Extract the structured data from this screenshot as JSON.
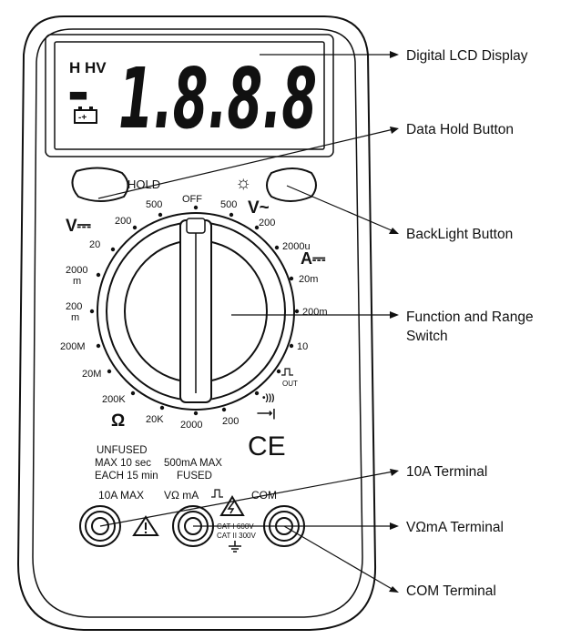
{
  "lcd": {
    "hv_label": "H HV",
    "minus": "-",
    "digits": "1.8.8.8",
    "battery_symbol": "-+"
  },
  "buttons": {
    "hold": "HOLD",
    "backlight_symbol": "☼"
  },
  "dial": {
    "off": "OFF",
    "dcv_symbol": "V⎓",
    "acv_symbol": "V~",
    "dca_symbol": "A⎓",
    "ohm_symbol": "Ω",
    "diode_symbol": "⟶|",
    "continuity_symbol": "•)))",
    "square_wave_out": "OUT",
    "left_ranges": [
      "500",
      "200",
      "20",
      "2000",
      "200",
      "200M",
      "20M",
      "200K"
    ],
    "left_unit_m": "m",
    "bottom_ranges": [
      "20K",
      "2000",
      "200"
    ],
    "right_ranges": [
      "500",
      "200",
      "2000u",
      "20m",
      "200m",
      "10"
    ]
  },
  "panel": {
    "unfused_lines": [
      "UNFUSED",
      "MAX  10 sec",
      "EACH 15 min"
    ],
    "fused_lines": [
      "500mA MAX",
      "FUSED"
    ],
    "ce_mark": "CE",
    "terminal_labels": [
      "10A MAX",
      "VΩ mA",
      "COM"
    ],
    "cat_lines": [
      "CAT I 600V",
      "CAT II 300V"
    ]
  },
  "callouts": [
    "Digital LCD Display",
    "Data Hold Button",
    "BackLight Button",
    "Function and Range",
    "Switch",
    "10A Terminal",
    "VΩmA Terminal",
    "COM Terminal"
  ]
}
